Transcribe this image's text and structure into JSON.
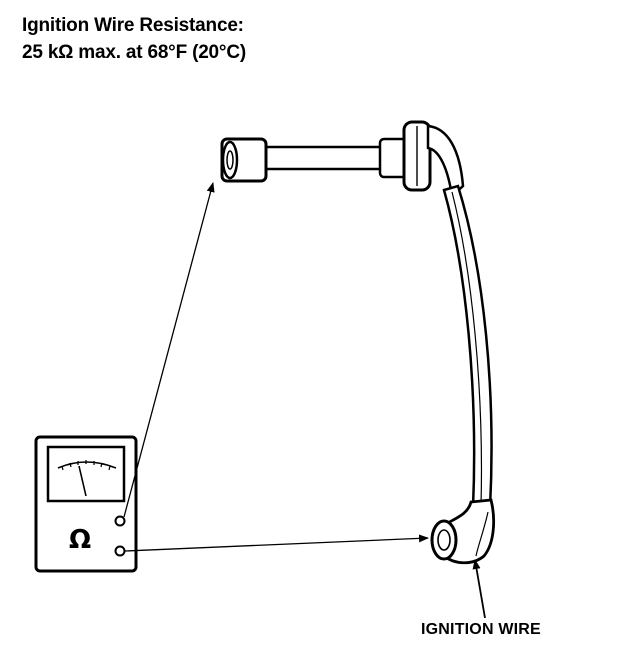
{
  "heading": {
    "line1": "Ignition Wire Resistance:",
    "line2": "25 kΩ max. at 68°F (20°C)"
  },
  "meter": {
    "symbol": "Ω"
  },
  "callout": {
    "label": "IGNITION WIRE"
  }
}
